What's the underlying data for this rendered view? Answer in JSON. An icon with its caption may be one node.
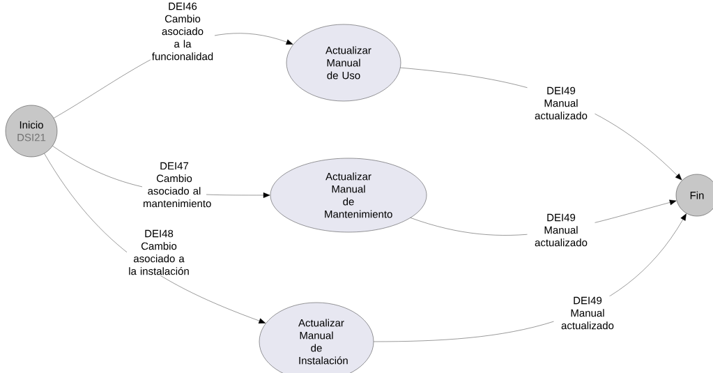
{
  "diagram": {
    "nodes": [
      {
        "text": [
          "Inicio",
          "DSI21"
        ]
      },
      {
        "text": [
          "Actualizar Manual de Uso"
        ]
      },
      {
        "text": [
          "Actualizar Manual de Mantenimiento"
        ]
      },
      {
        "text": [
          "Actualizar Manual de Instalación"
        ]
      },
      {
        "text": [
          "Fin"
        ]
      }
    ],
    "edges": [
      {
        "from": 0,
        "to": 1,
        "arrow": "to",
        "label": "DEI46 Cambio asociado a la funcionalidad"
      },
      {
        "from": 0,
        "to": 2,
        "arrow": "to",
        "label": "DEI47 Cambio asociado al mantenimiento"
      },
      {
        "from": 0,
        "to": 3,
        "arrow": "to",
        "label": "DEI48 Cambio asociado a la instalación"
      },
      {
        "from": 1,
        "to": 4,
        "arrow": "to",
        "label": "DEI49 Manual actualizado"
      },
      {
        "from": 2,
        "to": 4,
        "arrow": "to",
        "label": "DEI49 Manual actualizado"
      },
      {
        "from": 3,
        "to": 4,
        "arrow": "to",
        "label": "DEI49 Manual actualizado"
      }
    ]
  }
}
